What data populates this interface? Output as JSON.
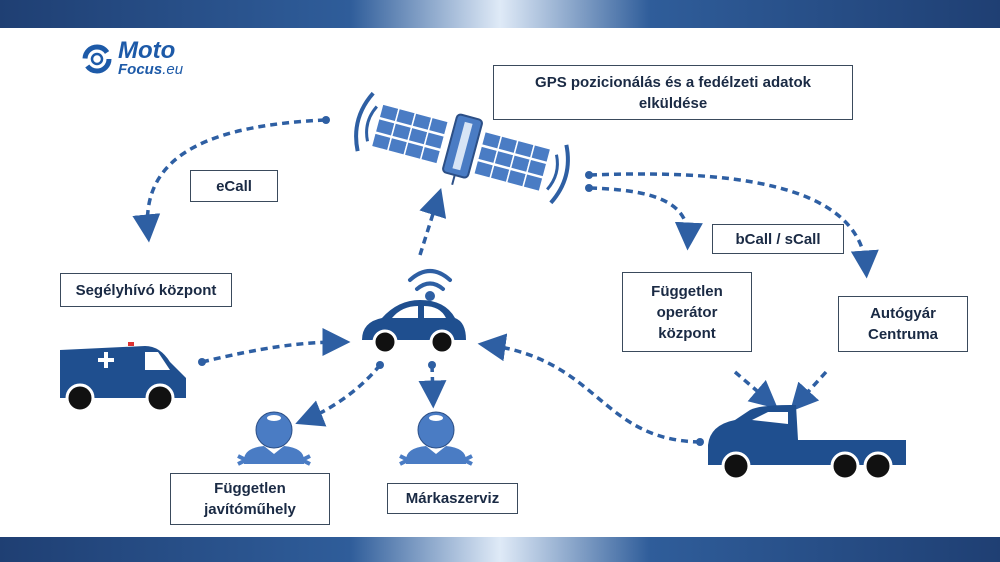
{
  "logo": {
    "brand_line1": "Moto",
    "brand_line2": "Focus",
    "brand_suffix": ".eu"
  },
  "labels": {
    "gps_line1": "GPS pozicionálás és a fedélzeti adatok",
    "gps_line2": "elküldése",
    "ecall": "eCall",
    "emergency_center": "Segélyhívó központ",
    "bcall": "bCall / sCall",
    "operator_line1": "Független",
    "operator_line2": "operátor",
    "operator_line3": "központ",
    "manufacturer_line1": "Autógyár",
    "manufacturer_line2": "Centruma",
    "workshop_line1": "Független",
    "workshop_line2": "javítóműhely",
    "brand_service": "Márkaszerviz"
  },
  "colors": {
    "accent": "#2e5fa3",
    "dark": "#1f3f73",
    "border": "#3a4a5c"
  }
}
